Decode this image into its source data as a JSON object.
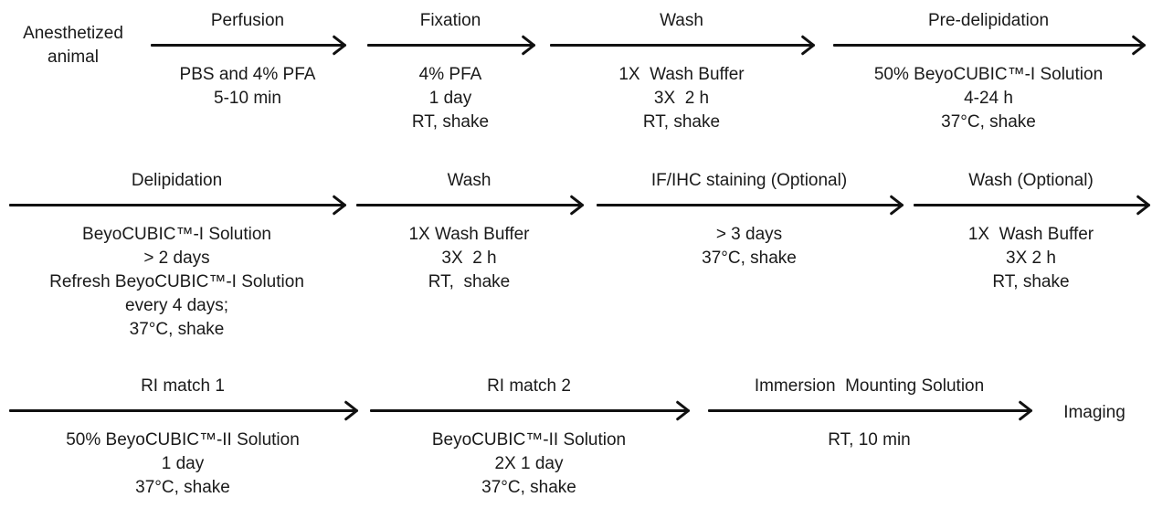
{
  "diagram": {
    "description": "BeyoCUBIC tissue clearing protocol flowchart",
    "text_color": "#1a1a1a",
    "arrow_color": "#111111",
    "background_color": "#ffffff",
    "start_node": "Anesthetized animal",
    "end_node": "Imaging",
    "rows": [
      {
        "steps": [
          {
            "label": "Perfusion",
            "details": [
              "PBS and 4% PFA",
              "5-10 min"
            ]
          },
          {
            "label": "Fixation",
            "details": [
              "4% PFA",
              "1 day",
              "RT, shake"
            ]
          },
          {
            "label": "Wash",
            "details": [
              "1X  Wash Buffer",
              "3X  2 h",
              "RT, shake"
            ]
          },
          {
            "label": "Pre-delipidation",
            "details": [
              "50% BeyoCUBIC™-I Solution",
              "4-24 h",
              "37°C, shake"
            ]
          }
        ]
      },
      {
        "steps": [
          {
            "label": "Delipidation",
            "details": [
              "BeyoCUBIC™-I Solution",
              "> 2 days",
              "Refresh BeyoCUBIC™-I Solution",
              "every 4 days;",
              "37°C, shake"
            ]
          },
          {
            "label": "Wash",
            "details": [
              "1X Wash Buffer",
              "3X  2 h",
              "RT,  shake"
            ]
          },
          {
            "label": "IF/IHC staining (Optional)",
            "details": [
              "> 3 days",
              "37°C, shake"
            ]
          },
          {
            "label": "Wash (Optional)",
            "details": [
              "1X  Wash Buffer",
              "3X 2 h",
              "RT, shake"
            ]
          }
        ]
      },
      {
        "steps": [
          {
            "label": "RI match 1",
            "details": [
              "50% BeyoCUBIC™-II Solution",
              "1 day",
              "37°C, shake"
            ]
          },
          {
            "label": "RI match 2",
            "details": [
              "BeyoCUBIC™-II Solution",
              "2X 1 day",
              "37°C, shake"
            ]
          },
          {
            "label": "Immersion  Mounting Solution",
            "details": [
              "RT, 10 min"
            ]
          }
        ]
      }
    ]
  }
}
